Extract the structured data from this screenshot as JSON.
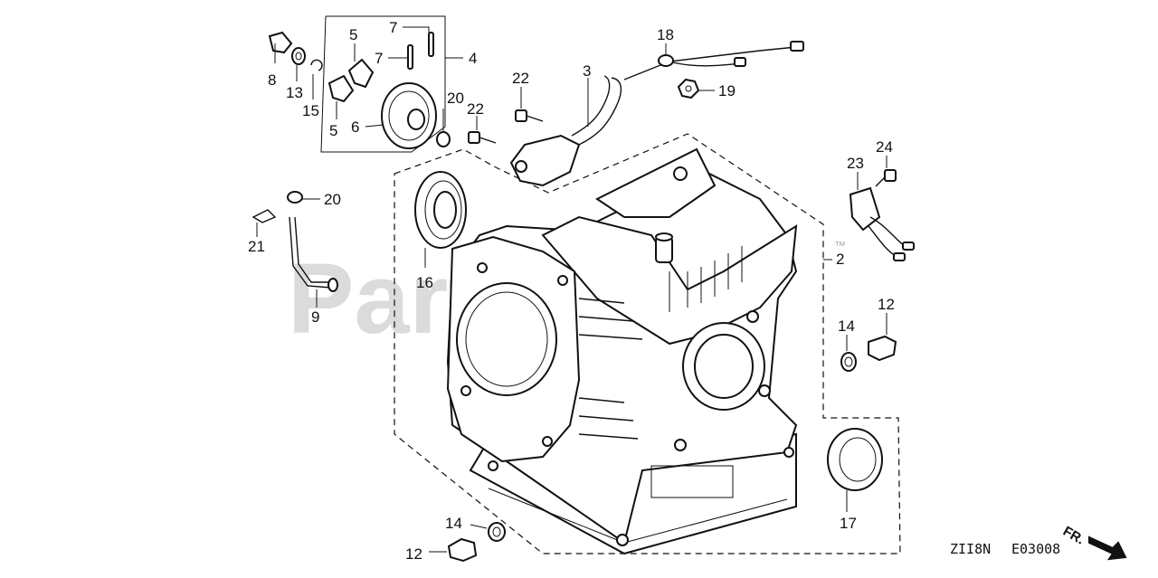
{
  "watermark": {
    "text": "PartsTree",
    "tm": "™"
  },
  "callouts": [
    {
      "id": "c8",
      "label": "8"
    },
    {
      "id": "c13",
      "label": "13"
    },
    {
      "id": "c15",
      "label": "15"
    },
    {
      "id": "c5a",
      "label": "5"
    },
    {
      "id": "c5b",
      "label": "5"
    },
    {
      "id": "c6",
      "label": "6"
    },
    {
      "id": "c7a",
      "label": "7"
    },
    {
      "id": "c7b",
      "label": "7"
    },
    {
      "id": "c4",
      "label": "4"
    },
    {
      "id": "c20a",
      "label": "20"
    },
    {
      "id": "c22a",
      "label": "22"
    },
    {
      "id": "c22b",
      "label": "22"
    },
    {
      "id": "c3",
      "label": "3"
    },
    {
      "id": "c18",
      "label": "18"
    },
    {
      "id": "c19",
      "label": "19"
    },
    {
      "id": "c24",
      "label": "24"
    },
    {
      "id": "c23",
      "label": "23"
    },
    {
      "id": "c20b",
      "label": "20"
    },
    {
      "id": "c21",
      "label": "21"
    },
    {
      "id": "c9",
      "label": "9"
    },
    {
      "id": "c16",
      "label": "16"
    },
    {
      "id": "c2",
      "label": "2"
    },
    {
      "id": "c12a",
      "label": "12"
    },
    {
      "id": "c14a",
      "label": "14"
    },
    {
      "id": "c17",
      "label": "17"
    },
    {
      "id": "c14b",
      "label": "14"
    },
    {
      "id": "c12b",
      "label": "12"
    }
  ],
  "footer": {
    "direction_label": "FR.",
    "code_left": "ZII8N",
    "code_right": "E03008"
  }
}
